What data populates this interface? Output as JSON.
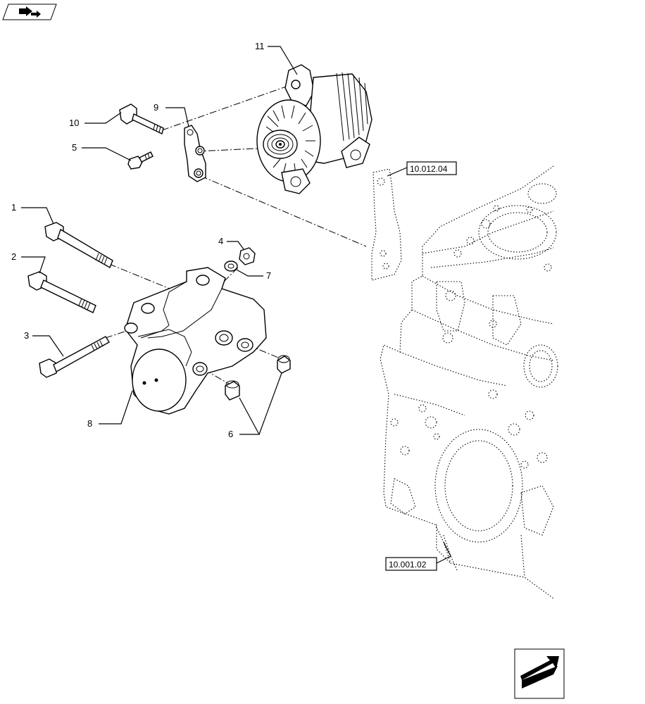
{
  "callouts": [
    "1",
    "2",
    "3",
    "4",
    "5",
    "6",
    "7",
    "8",
    "9",
    "10",
    "11"
  ],
  "references": {
    "alternator_bracket_ref": "10.012.04",
    "engine_block_ref": "10.001.02"
  },
  "icons": {
    "top_left": "previous-page-icon",
    "bottom_right": "next-page-icon"
  }
}
